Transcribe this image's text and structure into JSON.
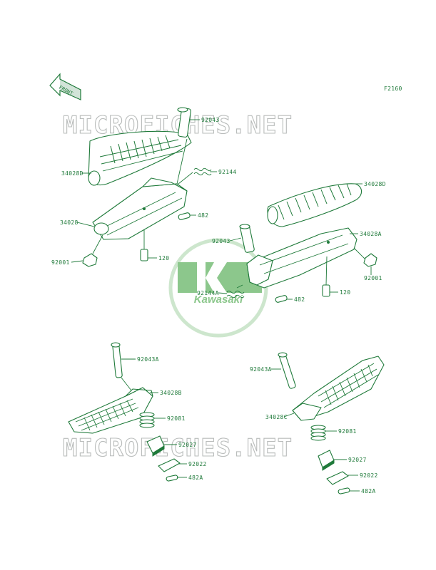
{
  "diagram": {
    "code": "F2160",
    "front_label": "FRONT",
    "watermark_top": "MICROFICHES.NET",
    "watermark_bottom": "MICROFICHES.NET",
    "logo_text": "Kawasaki",
    "colors": {
      "line": "#1f7a3a",
      "watermark": "#b9bcbb",
      "logo": "#7fbf7f"
    },
    "labels": {
      "p92043_top": "92043",
      "p34028D_left": "34028D",
      "p92144": "92144",
      "p34028": "34028",
      "p482_top": "482",
      "p92001_left": "92001",
      "p120_left": "120",
      "p34028D_right": "34028D",
      "p92043_mid": "92043",
      "p34028A": "34028A",
      "p92001_right": "92001",
      "p92144A": "92144A",
      "p482_mid": "482",
      "p120_right": "120",
      "p92043A_left": "92043A",
      "p34028B": "34028B",
      "p92081_left": "92081",
      "p92027_left": "92027",
      "p92022_left": "92022",
      "p482A_left": "482A",
      "p92043A_right": "92043A",
      "p34028C": "34028C",
      "p92081_right": "92081",
      "p92027_right": "92027",
      "p92022_right": "92022",
      "p482A_right": "482A"
    }
  }
}
